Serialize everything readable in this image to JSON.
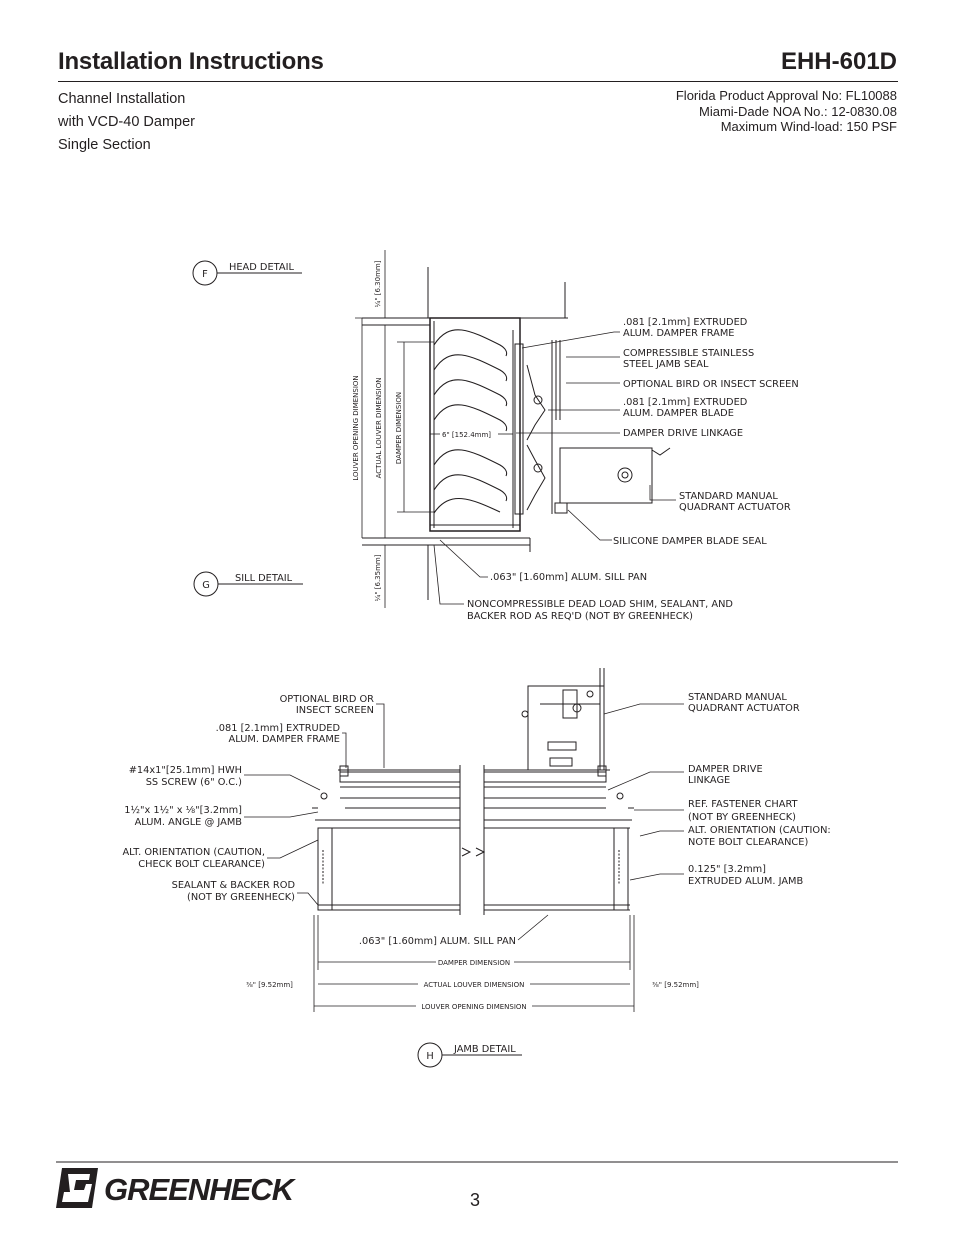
{
  "header": {
    "title": "Installation Instructions",
    "model": "EHH-601D"
  },
  "subtitle": [
    "Channel Installation",
    "with VCD-40 Damper",
    "Single Section"
  ],
  "approvals": [
    "Florida Product Approval No: FL10088",
    "Miami-Dade NOA No.: 12-0830.08",
    "Maximum Wind-load: 150 PSF"
  ],
  "details": {
    "head": {
      "tag": "F",
      "name": "HEAD DETAIL"
    },
    "sill": {
      "tag": "G",
      "name": "SILL DETAIL"
    },
    "jamb": {
      "tag": "H",
      "name": "JAMB DETAIL"
    }
  },
  "section_view": {
    "callouts": {
      "frame_1": ".081 [2.1mm] EXTRUDED",
      "frame_2": "ALUM. DAMPER FRAME",
      "seal_1": "COMPRESSIBLE STAINLESS",
      "seal_2": "STEEL JAMB SEAL",
      "screen": "OPTIONAL BIRD OR INSECT SCREEN",
      "blade_1": ".081 [2.1mm] EXTRUDED",
      "blade_2": "ALUM. DAMPER BLADE",
      "linkage": "DAMPER DRIVE LINKAGE",
      "actuator_1": "STANDARD MANUAL",
      "actuator_2": "QUADRANT ACTUATOR",
      "blade_seal": "SILICONE DAMPER BLADE SEAL",
      "sill_pan": ".063\" [1.60mm] ALUM. SILL PAN",
      "shim_1": "NONCOMPRESSIBLE DEAD LOAD SHIM, SEALANT, AND",
      "shim_2": "BACKER ROD AS REQ'D (NOT BY GREENHECK)"
    },
    "dims": {
      "top_gap": "¼\" [6.30mm]",
      "bottom_gap": "¼\" [6.35mm]",
      "louver_opening": "LOUVER OPENING DIMENSION",
      "actual_louver": "ACTUAL LOUVER DIMENSION",
      "damper": "DAMPER DIMENSION",
      "depth": "6\" [152.4mm]"
    }
  },
  "plan_view": {
    "callouts": {
      "screen_1": "OPTIONAL BIRD OR",
      "screen_2": "INSECT SCREEN",
      "frame_1": ".081 [2.1mm] EXTRUDED",
      "frame_2": "ALUM. DAMPER FRAME",
      "screw_1": "#14x1\"[25.1mm] HWH",
      "screw_2": "SS SCREW (6\" O.C.)",
      "angle_1": "1½\"x 1½\" x ⅛\"[3.2mm]",
      "angle_2": "ALUM. ANGLE @ JAMB",
      "alt_left_1": "ALT. ORIENTATION (CAUTION,",
      "alt_left_2": "CHECK BOLT CLEARANCE)",
      "sealant_1": "SEALANT & BACKER ROD",
      "sealant_2": "(NOT BY GREENHECK)",
      "actuator_1": "STANDARD MANUAL",
      "actuator_2": "QUADRANT ACTUATOR",
      "linkage_1": "DAMPER DRIVE",
      "linkage_2": "LINKAGE",
      "fastener_1": "REF. FASTENER CHART",
      "fastener_2": "(NOT BY GREENHECK)",
      "alt_right_1": "ALT. ORIENTATION (CAUTION:",
      "alt_right_2": "NOTE BOLT CLEARANCE)",
      "jamb_1": "0.125\" [3.2mm]",
      "jamb_2": "EXTRUDED ALUM. JAMB",
      "sill_pan": ".063\" [1.60mm] ALUM. SILL PAN"
    },
    "dims": {
      "damper": "DAMPER DIMENSION",
      "actual_louver": "ACTUAL LOUVER DIMENSION",
      "louver_opening": "LOUVER OPENING DIMENSION",
      "left_gap": "⅜\" [9.52mm]",
      "right_gap": "⅜\" [9.52mm]"
    }
  },
  "footer": {
    "brand": "GREENHECK",
    "page_number": "3"
  }
}
